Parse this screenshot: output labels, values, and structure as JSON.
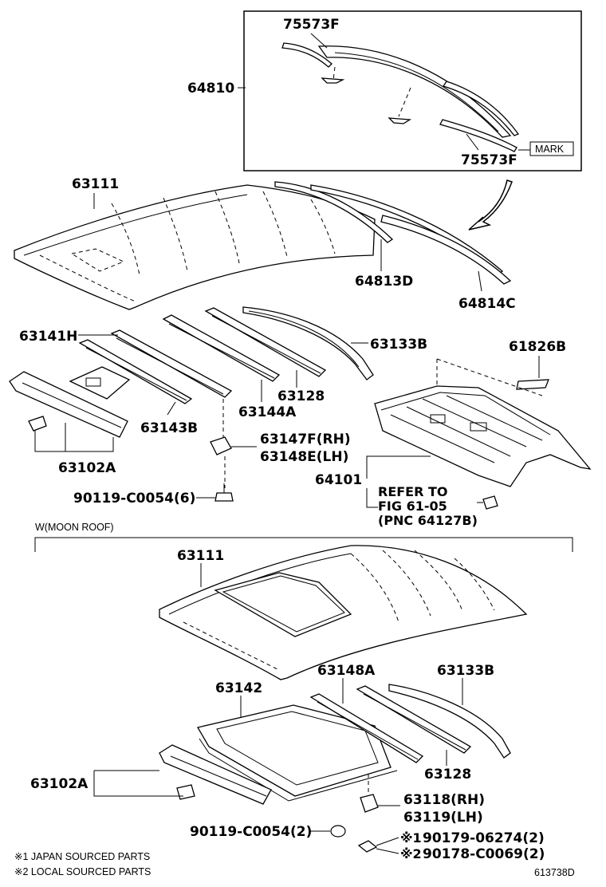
{
  "top_inset": {
    "labels": [
      "75573F",
      "64810",
      "75573F"
    ],
    "mark": "MARK"
  },
  "upper_section": {
    "labels": {
      "roof_panel": "63111",
      "drip_rh": "64813D",
      "drip_lh": "64814C",
      "front_header": "63141H",
      "rear_header": "63133B",
      "front_reinf": "63143B",
      "bow": "63144A",
      "bow_2": "63128",
      "package_tray_label": "61826B",
      "front_bracket": "63102A",
      "bracket_rh": "63147F(RH)",
      "bracket_lh": "63148E(LH)",
      "screw": "90119-C0054(6)",
      "package_tray": "64101"
    },
    "refer": [
      "REFER TO",
      "FIG 61-05",
      "(PNC 64127B)"
    ]
  },
  "moon_roof_section": {
    "heading": "W(MOON ROOF)",
    "labels": {
      "roof_panel": "63111",
      "frame": "63142",
      "bow": "63148A",
      "rear_header": "63133B",
      "bow_2": "63128",
      "front_bracket": "63102A",
      "bracket_rh": "63118(RH)",
      "bracket_lh": "63119(LH)",
      "screw": "90119-C0054(2)",
      "clip_1": "90179-06274(2)",
      "clip_2": "90178-C0069(2)",
      "note_1_mark": "※1",
      "note_2_mark": "※2"
    }
  },
  "footer": {
    "notes": [
      "※1 JAPAN SOURCED PARTS",
      "※2 LOCAL SOURCED PARTS"
    ],
    "figure_id": "613738D"
  }
}
